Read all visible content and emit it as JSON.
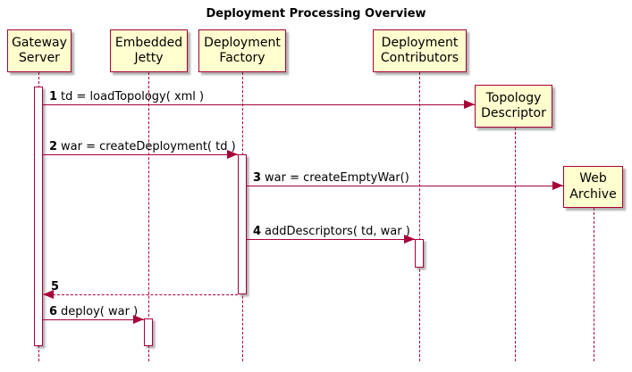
{
  "diagram": {
    "title": "Deployment Processing Overview",
    "type": "sequence-diagram",
    "colors": {
      "participant_fill": "#FEFECE",
      "line_and_border": "#A80036",
      "text": "#000000",
      "background": "#FFFFFF"
    },
    "participants": [
      {
        "id": "gateway-server",
        "label": "Gateway\nServer"
      },
      {
        "id": "embedded-jetty",
        "label": "Embedded\nJetty"
      },
      {
        "id": "deployment-factory",
        "label": "Deployment\nFactory"
      },
      {
        "id": "deployment-contributors",
        "label": "Deployment\nContributors"
      },
      {
        "id": "topology-descriptor",
        "label": "Topology\nDescriptor",
        "created_by_message": "1"
      },
      {
        "id": "web-archive",
        "label": "Web\nArchive",
        "created_by_message": "3"
      }
    ],
    "messages": [
      {
        "num": "1",
        "text": "td = loadTopology( xml )",
        "from": "gateway-server",
        "to": "topology-descriptor",
        "style": "solid"
      },
      {
        "num": "2",
        "text": "war = createDeployment( td )",
        "from": "gateway-server",
        "to": "deployment-factory",
        "style": "solid"
      },
      {
        "num": "3",
        "text": "war = createEmptyWar()",
        "from": "deployment-factory",
        "to": "web-archive",
        "style": "solid"
      },
      {
        "num": "4",
        "text": "addDescriptors( td, war )",
        "from": "deployment-factory",
        "to": "deployment-contributors",
        "style": "solid"
      },
      {
        "num": "5",
        "text": "",
        "from": "deployment-factory",
        "to": "gateway-server",
        "style": "dashed-return"
      },
      {
        "num": "6",
        "text": "deploy( war )",
        "from": "gateway-server",
        "to": "embedded-jetty",
        "style": "solid"
      }
    ]
  }
}
